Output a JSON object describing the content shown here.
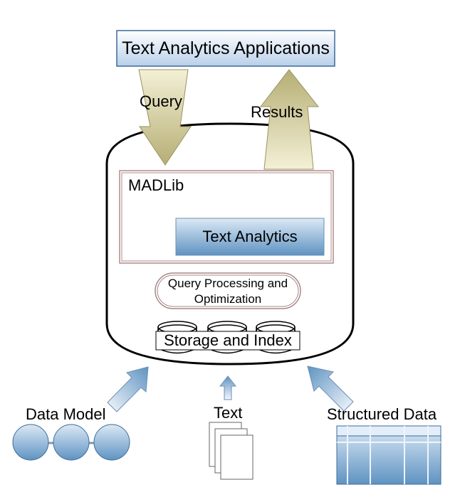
{
  "app_title": "Text Analytics Applications",
  "query_label": "Query",
  "results_label": "Results",
  "madlib_label": "MADLib",
  "text_analytics_label": "Text Analytics",
  "query_processing_label": "Query Processing and Optimization",
  "storage_label": "Storage and Index",
  "sources": {
    "data_model": "Data Model",
    "text": "Text",
    "structured_data": "Structured Data"
  },
  "colors": {
    "blue_light": "#dce9f5",
    "blue_dark": "#5f93c2",
    "arrow_light": "#f3f0d6",
    "arrow_dark": "#b6ae74",
    "frame_border": "#b08a8a"
  }
}
